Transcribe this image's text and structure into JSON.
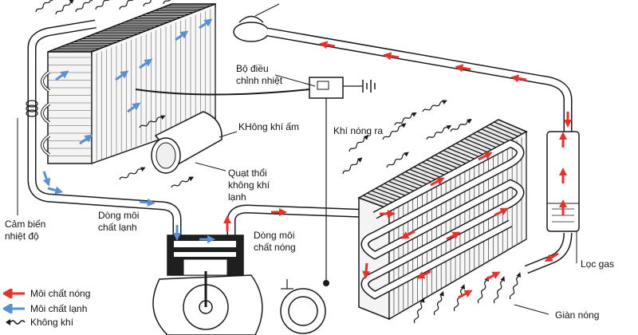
{
  "colors": {
    "hot": "#e5322d",
    "cold": "#5a8fd0",
    "line": "#1a1a1a",
    "fin_light": "#f2f2f2",
    "fin_dark": "#2a2a2a"
  },
  "labels": {
    "thermostat": "Bộ điều\nchỉnh nhiệt",
    "warm_air": "KHông khí ấm",
    "hot_air_out": "Khí nóng ra",
    "blower": "Quạt thổi\nkhông khí\nlạnh",
    "cold_refrigerant_flow": "Dòng môi\nchất lạnh",
    "hot_refrigerant_flow": "Dòng môi\nchất nóng",
    "temp_sensor": "Cảm biến\nnhiệt độ",
    "gas_filter": "Lọc gas",
    "condenser": "Giàn nóng"
  },
  "legend": [
    {
      "label": "Môi chất nóng",
      "type": "hot"
    },
    {
      "label": "Môi chất lạnh",
      "type": "cold"
    },
    {
      "label": "Không khí",
      "type": "air"
    }
  ]
}
